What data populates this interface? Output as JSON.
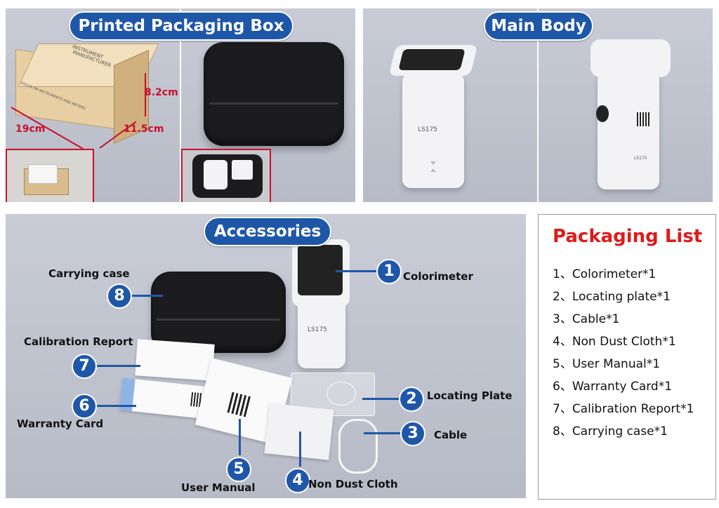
{
  "sections": {
    "packaging_box": "Printed Packaging Box",
    "main_body": "Main Body",
    "accessories": "Accessories"
  },
  "box_dimensions": {
    "width": "19cm",
    "depth": "11.5cm",
    "height": "8.2cm"
  },
  "box_print": {
    "line1": "INSTRUMENT",
    "line2": "MANUFACTURER",
    "line3": "FOCUS ON INSTRUMENTS AND METERS"
  },
  "device_text": {
    "model": "LS175",
    "model_back": "LS175"
  },
  "accessories": [
    {
      "num": "1",
      "label": "Colorimeter"
    },
    {
      "num": "2",
      "label": "Locating Plate"
    },
    {
      "num": "3",
      "label": "Cable"
    },
    {
      "num": "4",
      "label": "Non Dust Cloth"
    },
    {
      "num": "5",
      "label": "User Manual"
    },
    {
      "num": "6",
      "label": "Warranty Card"
    },
    {
      "num": "7",
      "label": "Calibration Report"
    },
    {
      "num": "8",
      "label": "Carrying case"
    }
  ],
  "packaging_list": {
    "title": "Packaging List",
    "items": [
      "1、Colorimeter*1",
      "2、Locating plate*1",
      "3、Cable*1",
      "4、Non Dust Cloth*1",
      "5、User Manual*1",
      "6、Warranty Card*1",
      "7、Calibration Report*1",
      "8、Carrying case*1"
    ]
  },
  "colors": {
    "accent_blue": "#1f57a8",
    "list_title_red": "#e01a1a",
    "dimension_red": "#c8102e"
  }
}
